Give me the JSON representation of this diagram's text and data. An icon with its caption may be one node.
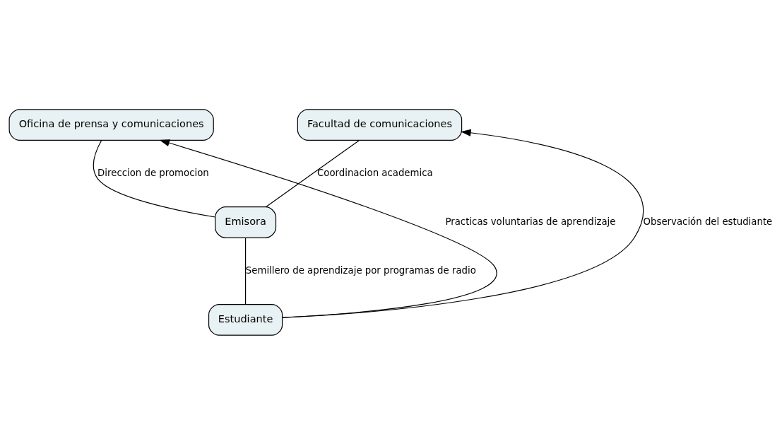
{
  "diagram": {
    "nodes": [
      {
        "text": [
          "Oficina de prensa y comunicaciones"
        ]
      },
      {
        "text": [
          "Facultad de comunicaciones"
        ]
      },
      {
        "text": [
          "Emisora"
        ]
      },
      {
        "text": [
          "Estudiante"
        ]
      }
    ],
    "edges": [
      {
        "from": 0,
        "to": 2,
        "arrow": "none",
        "label": "Direccion de promocion"
      },
      {
        "from": 1,
        "to": 2,
        "arrow": "none",
        "label": "Coordinacion academica"
      },
      {
        "from": 2,
        "to": 3,
        "arrow": "none",
        "label": "Semillero de aprendizaje por programas de radio"
      },
      {
        "from": 3,
        "to": 0,
        "arrow": "to",
        "label": "Practicas voluntarias de aprendizaje"
      },
      {
        "from": 3,
        "to": 1,
        "arrow": "to",
        "label": "Observación del estudiante"
      }
    ]
  }
}
